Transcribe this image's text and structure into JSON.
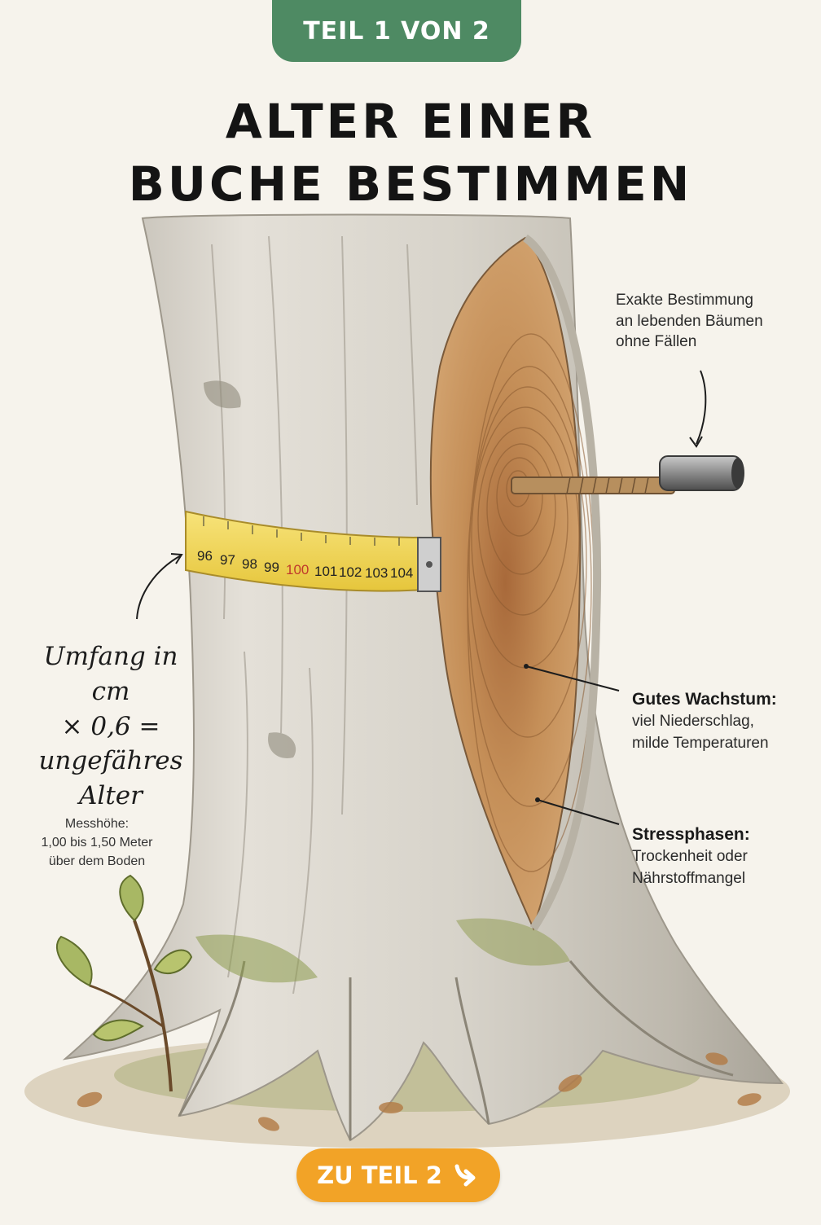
{
  "badge": {
    "label": "TEIL 1 VON 2"
  },
  "title": {
    "line1": "ALTER EINER",
    "line2": "BUCHE BESTIMMEN"
  },
  "tape_ticks": [
    "96",
    "97",
    "98",
    "99",
    "100",
    "101",
    "102",
    "103",
    "104"
  ],
  "annotations": {
    "core": [
      "Exakte Bestimmung",
      "an lebenden Bäumen",
      "ohne Fällen"
    ],
    "growth": {
      "heading": "Gutes Wachstum:",
      "lines": [
        "viel Niederschlag,",
        "milde Temperaturen"
      ]
    },
    "stress": {
      "heading": "Stressphasen:",
      "lines": [
        "Trockenheit oder",
        "Nährstoffmangel"
      ]
    }
  },
  "formula": [
    "Umfang in cm",
    "× 0,6 =",
    "ungefähres",
    "Alter"
  ],
  "measure_height": [
    "Messhöhe:",
    "1,00 bis 1,50 Meter",
    "über dem Boden"
  ],
  "next_button": {
    "label": "ZU TEIL 2",
    "icon": "arrow-down-right-icon"
  },
  "colors": {
    "badge": "#4e8a63",
    "button": "#f2a327",
    "bark": "#d9d5cc",
    "wood": "#c8955c",
    "tape": "#f3db5a"
  }
}
